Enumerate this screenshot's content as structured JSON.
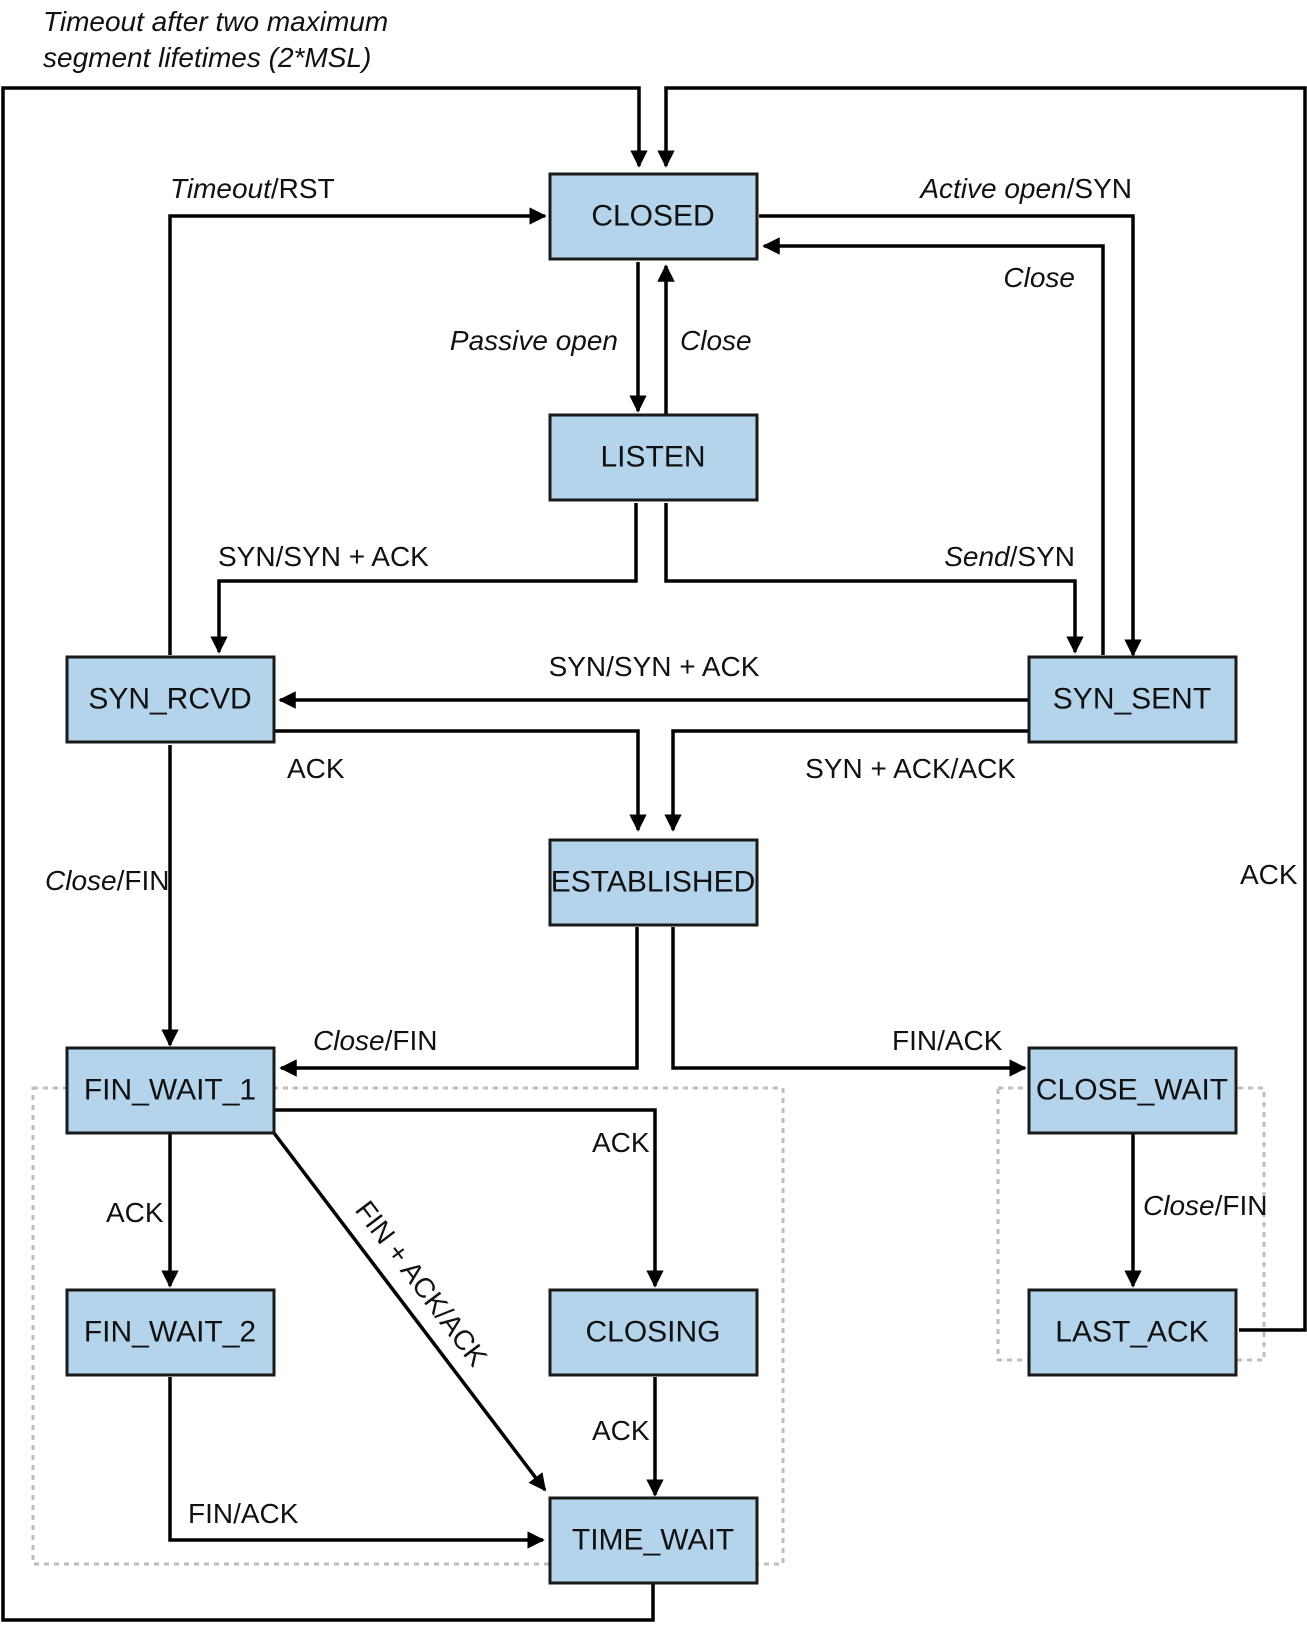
{
  "states": {
    "closed": "CLOSED",
    "listen": "LISTEN",
    "syn_rcvd": "SYN_RCVD",
    "syn_sent": "SYN_SENT",
    "established": "ESTABLISHED",
    "fin_wait_1": "FIN_WAIT_1",
    "close_wait": "CLOSE_WAIT",
    "fin_wait_2": "FIN_WAIT_2",
    "closing": "CLOSING",
    "last_ack": "LAST_ACK",
    "time_wait": "TIME_WAIT"
  },
  "transitions": {
    "timeout_2msl_line1": "Timeout after two maximum",
    "timeout_2msl_line2": "segment lifetimes (2*MSL)",
    "timeout_rst_event": "Timeout",
    "timeout_rst_action": "/RST",
    "active_open_event": "Active open",
    "active_open_action": "/SYN",
    "close_from_syn_sent": "Close",
    "passive_open": "Passive open",
    "close_from_listen": "Close",
    "listen_syn_synack": "SYN/SYN + ACK",
    "send_event": "Send",
    "send_action": "/SYN",
    "simultaneous_syn": "SYN/SYN + ACK",
    "ack_to_established": "ACK",
    "synack_ack": "SYN + ACK/ACK",
    "close_fin_syn_rcvd_event": "Close",
    "close_fin_syn_rcvd_action": "/FIN",
    "last_ack_ack": "ACK",
    "close_fin_established_event": "Close",
    "close_fin_established_action": "/FIN",
    "fin_ack_close_wait": "FIN/ACK",
    "ack_to_closing": "ACK",
    "ack_to_fin_wait_2": "ACK",
    "fin_ack_ack": "FIN + ACK/ACK",
    "close_fin_close_wait_event": "Close",
    "close_fin_close_wait_action": "/FIN",
    "closing_ack": "ACK",
    "fin_wait_2_fin_ack": "FIN/ACK"
  }
}
